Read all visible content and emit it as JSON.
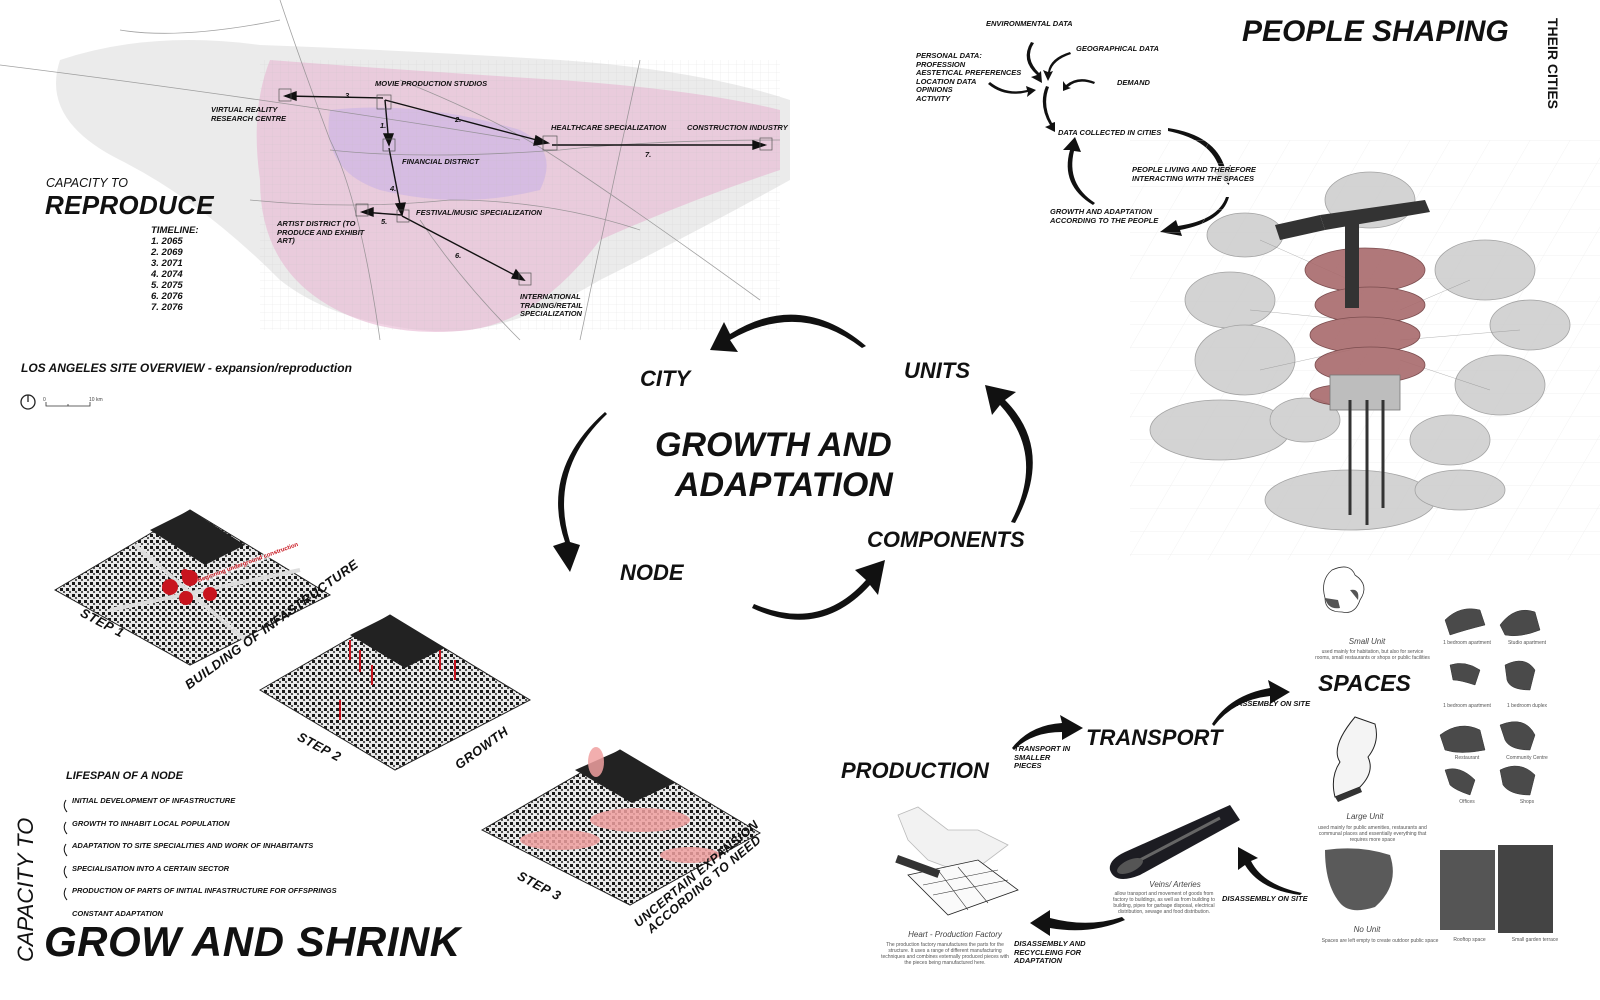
{
  "map": {
    "title_small": "CAPACITY TO",
    "title_large": "REPRODUCE",
    "timeline_label": "TIMELINE:",
    "timeline": [
      "1. 2065",
      "2. 2069",
      "3. 2071",
      "4. 2074",
      "5. 2075",
      "6. 2076",
      "7. 2076"
    ],
    "locations": {
      "movie": "MOVIE PRODUCTION STUDIOS",
      "vr": "VIRTUAL REALITY RESEARCH CENTRE",
      "healthcare": "HEALTHCARE SPECIALIZATION",
      "construction": "CONSTRUCTION INDUSTRY",
      "financial": "FINANCIAL DISTRICT",
      "festival": "FESTIVAL/MUSIC SPECIALIZATION",
      "artist": "ARTIST DISTRICT (TO PRODUCE AND EXHIBIT ART)",
      "trading": "INTERNATIONAL TRADING/RETAIL SPECIALIZATION"
    },
    "route_numbers": [
      "1.",
      "2.",
      "3.",
      "4.",
      "5.",
      "6.",
      "7."
    ],
    "caption": "LOS ANGELES SITE OVERVIEW - expansion/reproduction",
    "scale_start": "0",
    "scale_end": "10 km",
    "colors": {
      "pink": "#e8b6d2",
      "violet": "#c9b2e6",
      "grey": "#d9d9d9"
    }
  },
  "cycle": {
    "title_line1": "GROWTH AND",
    "title_line2": "ADAPTATION",
    "city": "CITY",
    "units": "UNITS",
    "node": "NODE",
    "components": "COMPONENTS"
  },
  "people": {
    "title": "PEOPLE SHAPING",
    "subtitle": "THEIR CITIES",
    "environmental": "ENVIRONMENTAL DATA",
    "personal": [
      "PERSONAL DATA:",
      "PROFESSION",
      "AESTETICAL PREFERENCES",
      "LOCATION DATA",
      "OPINIONS",
      "ACTIVITY"
    ],
    "geographical": "GEOGRAPHICAL DATA",
    "demand": "DEMAND",
    "collected": "DATA COLLECTED IN CITIES",
    "living": "PEOPLE LIVING AND THEREFORE INTERACTING WITH THE SPACES",
    "growth": "GROWTH AND ADAPTATION ACCORDING TO THE PEOPLE",
    "tower_color": "#a86a6c"
  },
  "grow": {
    "steps": [
      {
        "label": "STEP 1",
        "caption": "BUILDING OF INFASTRUCTURE",
        "note": "Beginning underground construction"
      },
      {
        "label": "STEP 2",
        "caption": "GROWTH"
      },
      {
        "label": "STEP 3",
        "caption_line1": "UNCERTAIN EXPANSION",
        "caption_line2": "ACCORDING TO NEED"
      }
    ],
    "lifespan_title": "LIFESPAN OF A NODE",
    "lifespan": [
      "INITIAL DEVELOPMENT OF INFASTRUCTURE",
      "GROWTH TO INHABIT LOCAL POPULATION",
      "ADAPTATION TO SITE SPECIALITIES AND WORK OF INHABITANTS",
      "SPECIALISATION INTO A CERTAIN SECTOR",
      "PRODUCTION OF PARTS OF INITIAL INFASTRUCTURE FOR OFFSPRINGS",
      "CONSTANT ADAPTATION"
    ],
    "vertical_title": "CAPACITY TO",
    "big_title": "GROW AND SHRINK",
    "red": "#c8141e",
    "pink": "#f0a0a0"
  },
  "production": {
    "production": "PRODUCTION",
    "transport": "TRANSPORT",
    "spaces": "SPACES",
    "transport_note": "TRANSPORT IN SMALLER PIECES",
    "assembly_note": "ASSEMBLY ON SITE",
    "disassembly_note": "DISASSEMBLY ON SITE",
    "recycle_note": "DISASSEMBLY AND RECYCLEING FOR ADAPTATION",
    "factory_title": "Heart - Production Factory",
    "factory_desc": "The production factory manufactures the parts for the structure. It uses a range of different manufacturing techniques and combines externally produced pieces with the pieces being manufactured here.",
    "veins_title": "Veins/ Arteries",
    "veins_desc": "allow transport and movement of goods from factory to buildings, as well as from building to building, pipes for garbage disposal, electrical distribution, sewage and food distribution.",
    "small_unit": "Small Unit",
    "small_unit_desc": "used mainly for habitation, but also for service rooms, small restaurants or shops or public facilities",
    "large_unit": "Large Unit",
    "large_unit_desc": "used mainly for public amenities, restaurants and communal places and essentially everything that requires more space",
    "no_unit": "No Unit",
    "no_unit_desc": "Spaces are left empty to create outdoor public space",
    "small_captions": [
      "1 bedroom apartment",
      "Studio apartment",
      "1 bedroom apartment",
      "1 bedroom duplex"
    ],
    "large_captions": [
      "Restaurant",
      "Community Centre",
      "Offices",
      "Shops"
    ],
    "no_captions": [
      "Rooftop space",
      "Small garden terrace"
    ]
  }
}
